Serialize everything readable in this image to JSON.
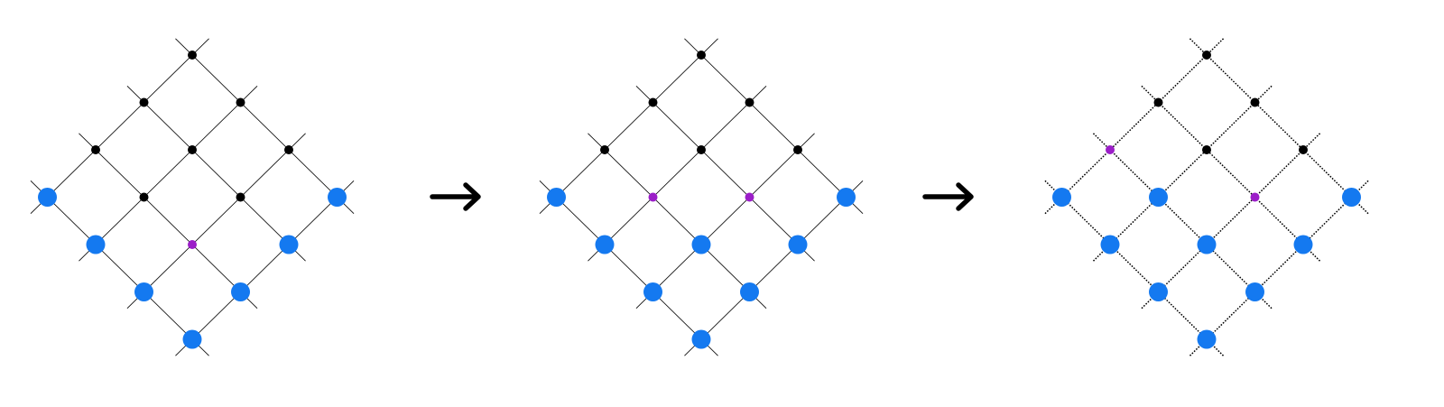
{
  "diagram": {
    "colors": {
      "edge": "#000000",
      "unvisited_node": "#000000",
      "visited_node": "#1479f0",
      "frontier_node": "#9b1ec8",
      "arrow": "#000000"
    },
    "arrows": [
      {
        "from": 0,
        "to": 1,
        "icon": "right-arrow-icon"
      },
      {
        "from": 1,
        "to": 2,
        "icon": "right-arrow-icon"
      }
    ],
    "panels": [
      {
        "name": "step-1",
        "edge_style": "thin",
        "rows": [
          [
            "black"
          ],
          [
            "black",
            "black"
          ],
          [
            "black",
            "black",
            "black"
          ],
          [
            "blue",
            "black",
            "black",
            "blue"
          ],
          [
            "blue",
            "purple",
            "blue"
          ],
          [
            "blue",
            "blue"
          ],
          [
            "blue"
          ]
        ]
      },
      {
        "name": "step-2",
        "edge_style": "thin",
        "rows": [
          [
            "black"
          ],
          [
            "black",
            "black"
          ],
          [
            "black",
            "black",
            "black"
          ],
          [
            "blue",
            "purple",
            "purple",
            "blue"
          ],
          [
            "blue",
            "blue",
            "blue"
          ],
          [
            "blue",
            "blue"
          ],
          [
            "blue"
          ]
        ]
      },
      {
        "name": "step-3",
        "edge_style": "dotted",
        "rows": [
          [
            "black"
          ],
          [
            "black",
            "black"
          ],
          [
            "purple",
            "black",
            "black"
          ],
          [
            "blue",
            "blue",
            "purple",
            "blue"
          ],
          [
            "blue",
            "blue",
            "blue"
          ],
          [
            "blue",
            "blue"
          ],
          [
            "blue"
          ]
        ]
      }
    ]
  }
}
